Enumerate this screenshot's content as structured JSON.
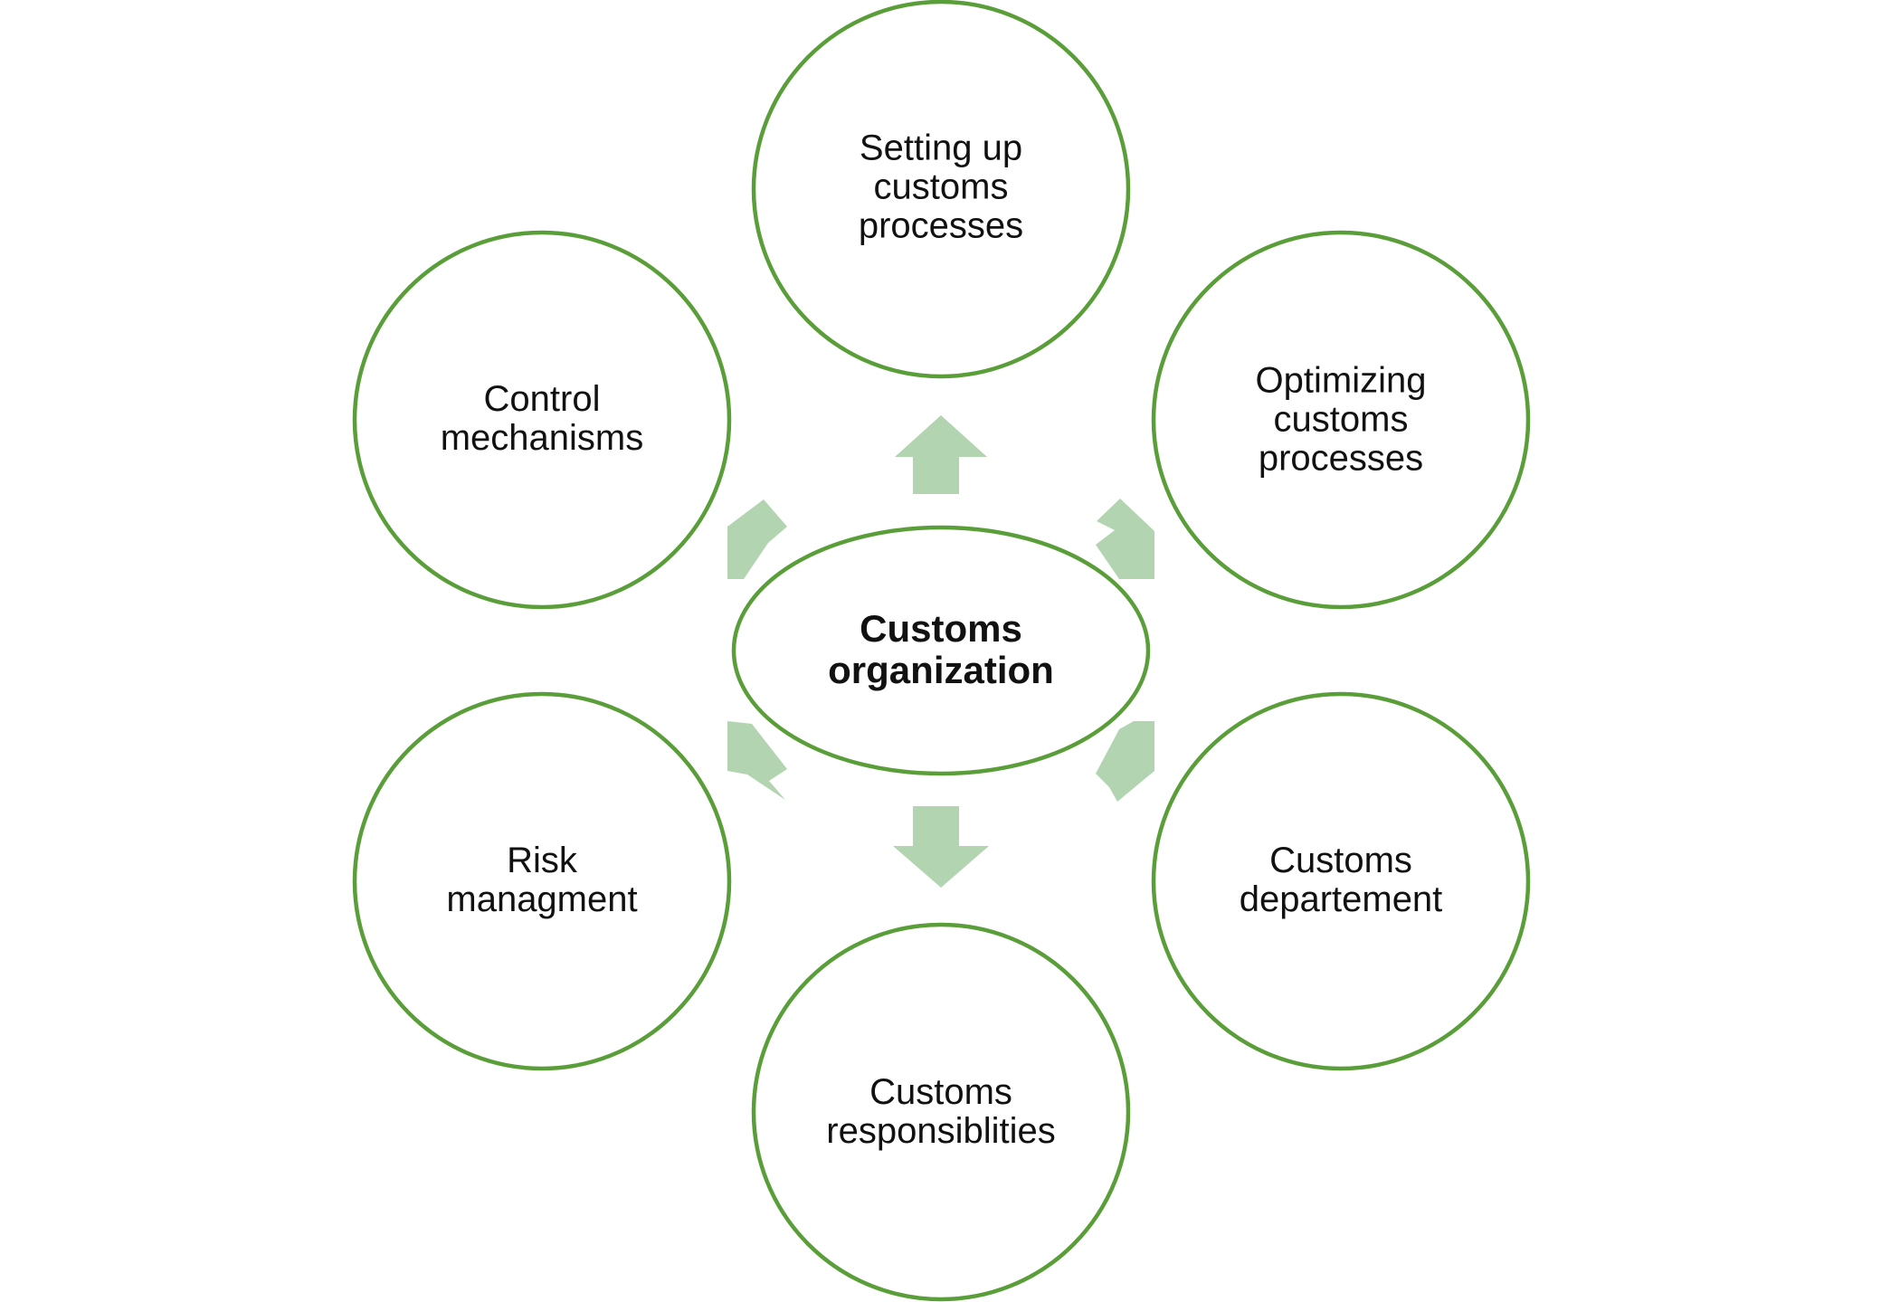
{
  "center": {
    "lines": [
      "Customs",
      "organization"
    ]
  },
  "nodes": [
    {
      "lines": [
        "Setting up",
        "customs",
        "processes"
      ]
    },
    {
      "lines": [
        "Optimizing",
        "customs",
        "processes"
      ]
    },
    {
      "lines": [
        "Customs",
        "departement"
      ]
    },
    {
      "lines": [
        "Customs",
        "responsiblities"
      ]
    },
    {
      "lines": [
        "Risk",
        "managment"
      ]
    },
    {
      "lines": [
        "Control",
        "mechanisms"
      ]
    }
  ],
  "colors": {
    "circle_stroke": "#5a9e3a",
    "arrow_fill": "#b3d4b0",
    "text": "#111111",
    "background": "#ffffff"
  }
}
